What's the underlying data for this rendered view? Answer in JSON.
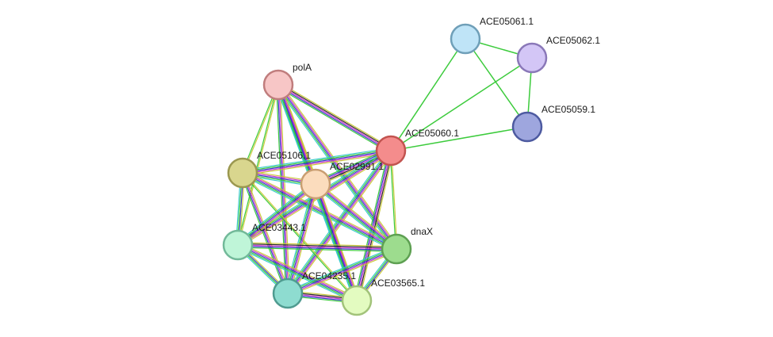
{
  "network": {
    "nodes": [
      {
        "id": "ACE05061.1",
        "label": "ACE05061.1",
        "fill": "#bfe4f7",
        "stroke": "#6f9fb8"
      },
      {
        "id": "ACE05062.1",
        "label": "ACE05062.1",
        "fill": "#d3c6f6",
        "stroke": "#8a78b8"
      },
      {
        "id": "ACE05059.1",
        "label": "ACE05059.1",
        "fill": "#9ea6de",
        "stroke": "#4d5aa0"
      },
      {
        "id": "polA",
        "label": "polA",
        "fill": "#f7c6c6",
        "stroke": "#c07d7d"
      },
      {
        "id": "ACE05060.1",
        "label": "ACE05060.1",
        "fill": "#f48c8c",
        "stroke": "#c2534f"
      },
      {
        "id": "ACE05106.1",
        "label": "ACE05106.1",
        "fill": "#d9d68e",
        "stroke": "#9b9850"
      },
      {
        "id": "ACE02991.1",
        "label": "ACE02991.1",
        "fill": "#fbdcbd",
        "stroke": "#c99e72"
      },
      {
        "id": "ACE03443.1",
        "label": "ACE03443.1",
        "fill": "#bff5d8",
        "stroke": "#72b999"
      },
      {
        "id": "dnaX",
        "label": "dnaX",
        "fill": "#9ddc8e",
        "stroke": "#5ea052"
      },
      {
        "id": "ACE04235.1",
        "label": "ACE04235.1",
        "fill": "#8edcd0",
        "stroke": "#4f9b90"
      },
      {
        "id": "ACE03565.1",
        "label": "ACE03565.1",
        "fill": "#e3fbc0",
        "stroke": "#a2c37a"
      }
    ],
    "edges": [
      {
        "source": "ACE05061.1",
        "target": "ACE05062.1",
        "colors": [
          "#32c832"
        ]
      },
      {
        "source": "ACE05061.1",
        "target": "ACE05059.1",
        "colors": [
          "#32c832"
        ]
      },
      {
        "source": "ACE05061.1",
        "target": "ACE05060.1",
        "colors": [
          "#32c832"
        ]
      },
      {
        "source": "ACE05062.1",
        "target": "ACE05059.1",
        "colors": [
          "#32c832"
        ]
      },
      {
        "source": "ACE05062.1",
        "target": "ACE05060.1",
        "colors": [
          "#32c832"
        ]
      },
      {
        "source": "ACE05059.1",
        "target": "ACE05060.1",
        "colors": [
          "#32c832"
        ]
      },
      {
        "source": "polA",
        "target": "ACE05060.1",
        "colors": [
          "#c8c832",
          "#222222",
          "#c832c8",
          "#3232c8",
          "#32c832"
        ]
      },
      {
        "source": "polA",
        "target": "ACE05106.1",
        "colors": [
          "#c8c832",
          "#32c832"
        ]
      },
      {
        "source": "polA",
        "target": "ACE02991.1",
        "colors": [
          "#c8c832",
          "#c832c8",
          "#3232c8",
          "#32c832",
          "#32c8c8"
        ]
      },
      {
        "source": "polA",
        "target": "ACE03443.1",
        "colors": [
          "#c8c832",
          "#32c832"
        ]
      },
      {
        "source": "polA",
        "target": "dnaX",
        "colors": [
          "#c8c832",
          "#c832c8",
          "#3232c8",
          "#32c832",
          "#32c8c8"
        ]
      },
      {
        "source": "polA",
        "target": "ACE04235.1",
        "colors": [
          "#c8c832",
          "#c832c8",
          "#3232c8",
          "#32c832"
        ]
      },
      {
        "source": "polA",
        "target": "ACE03565.1",
        "colors": [
          "#c8c832",
          "#c832c8",
          "#3232c8",
          "#32c832",
          "#32c8c8"
        ]
      },
      {
        "source": "ACE05060.1",
        "target": "ACE05106.1",
        "colors": [
          "#c8c832",
          "#c832c8",
          "#3232c8",
          "#32c832",
          "#32c8c8"
        ]
      },
      {
        "source": "ACE05060.1",
        "target": "ACE02991.1",
        "colors": [
          "#c8c832",
          "#222222",
          "#c832c8",
          "#3232c8",
          "#32c832"
        ]
      },
      {
        "source": "ACE05060.1",
        "target": "ACE03443.1",
        "colors": [
          "#c8c832",
          "#c832c8",
          "#3232c8",
          "#32c832",
          "#32c8c8"
        ]
      },
      {
        "source": "ACE05060.1",
        "target": "dnaX",
        "colors": [
          "#c8c832",
          "#32c832"
        ]
      },
      {
        "source": "ACE05060.1",
        "target": "ACE04235.1",
        "colors": [
          "#c8c832",
          "#c832c8",
          "#3232c8",
          "#32c832",
          "#32c8c8"
        ]
      },
      {
        "source": "ACE05060.1",
        "target": "ACE03565.1",
        "colors": [
          "#c8c832",
          "#222222",
          "#c832c8",
          "#3232c8",
          "#32c832"
        ]
      },
      {
        "source": "ACE05106.1",
        "target": "ACE02991.1",
        "colors": [
          "#c8c832",
          "#c832c8",
          "#3232c8",
          "#32c832",
          "#32c8c8"
        ]
      },
      {
        "source": "ACE05106.1",
        "target": "ACE03443.1",
        "colors": [
          "#c8c832",
          "#3232c8",
          "#32c832",
          "#32c8c8"
        ]
      },
      {
        "source": "ACE05106.1",
        "target": "dnaX",
        "colors": [
          "#c8c832",
          "#c832c8",
          "#3232c8",
          "#32c832",
          "#32c8c8"
        ]
      },
      {
        "source": "ACE05106.1",
        "target": "ACE04235.1",
        "colors": [
          "#c8c832",
          "#c832c8",
          "#3232c8",
          "#32c832"
        ]
      },
      {
        "source": "ACE05106.1",
        "target": "ACE03565.1",
        "colors": [
          "#c8c832",
          "#32c832"
        ]
      },
      {
        "source": "ACE02991.1",
        "target": "ACE03443.1",
        "colors": [
          "#c8c832",
          "#c832c8",
          "#3232c8",
          "#32c832",
          "#32c8c8"
        ]
      },
      {
        "source": "ACE02991.1",
        "target": "dnaX",
        "colors": [
          "#c8c832",
          "#c832c8",
          "#3232c8",
          "#32c832",
          "#32c8c8"
        ]
      },
      {
        "source": "ACE02991.1",
        "target": "ACE04235.1",
        "colors": [
          "#c8c832",
          "#c832c8",
          "#3232c8",
          "#32c832",
          "#32c8c8"
        ]
      },
      {
        "source": "ACE02991.1",
        "target": "ACE03565.1",
        "colors": [
          "#c8c832",
          "#c832c8",
          "#3232c8",
          "#32c832",
          "#32c8c8"
        ]
      },
      {
        "source": "ACE03443.1",
        "target": "dnaX",
        "colors": [
          "#c8c832",
          "#222222",
          "#c832c8",
          "#3232c8",
          "#32c832"
        ]
      },
      {
        "source": "ACE03443.1",
        "target": "ACE04235.1",
        "colors": [
          "#c8c832",
          "#3232c8",
          "#32c832",
          "#32c8c8"
        ]
      },
      {
        "source": "ACE03443.1",
        "target": "ACE03565.1",
        "colors": [
          "#c8c832",
          "#c832c8",
          "#3232c8",
          "#32c832",
          "#32c8c8"
        ]
      },
      {
        "source": "dnaX",
        "target": "ACE04235.1",
        "colors": [
          "#c8c832",
          "#c832c8",
          "#3232c8",
          "#32c832",
          "#32c8c8"
        ]
      },
      {
        "source": "dnaX",
        "target": "ACE03565.1",
        "colors": [
          "#c8c832",
          "#3232c8",
          "#32c832",
          "#32c8c8"
        ]
      },
      {
        "source": "ACE04235.1",
        "target": "ACE03565.1",
        "colors": [
          "#c8c832",
          "#222222",
          "#c832c8",
          "#3232c8",
          "#32c832"
        ]
      }
    ]
  }
}
